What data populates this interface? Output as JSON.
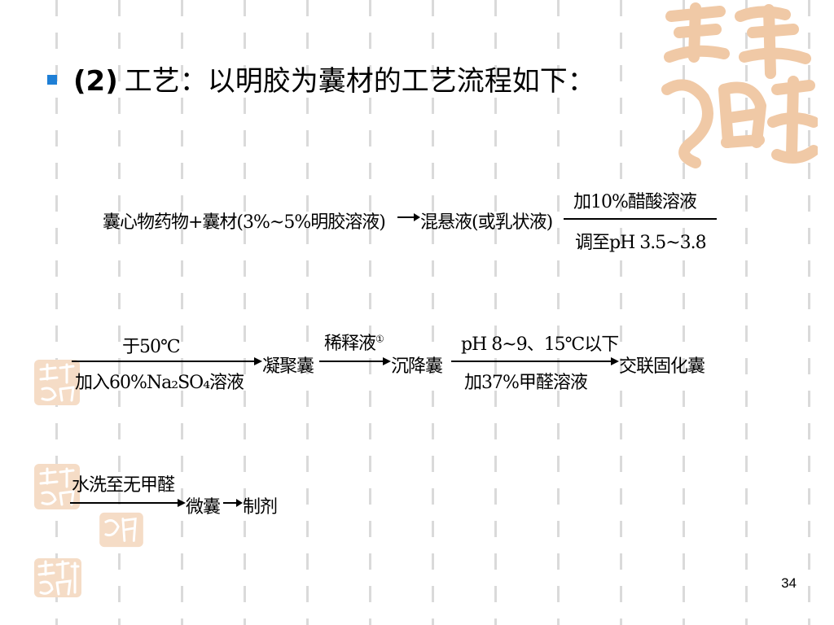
{
  "title": {
    "number": "(2)",
    "text": "工艺：以明胶为囊材的工艺流程如下："
  },
  "flow": {
    "row1": {
      "start": "囊心物药物+囊材(3%~5%明胶溶液)",
      "mid": "混悬液(或乳状液)",
      "fraction_top": "加10%醋酸溶液",
      "fraction_bottom": "调至pH 3.5~3.8"
    },
    "row2": {
      "cond1_top": "于50℃",
      "cond1_bottom": "加入60%Na₂SO₄溶液",
      "n1": "凝聚囊",
      "cond2_top": "稀释液",
      "cond2_mark": "①",
      "n2": "沉降囊",
      "cond3_top": "pH 8~9、15℃以下",
      "cond3_bottom": "加37%甲醛溶液",
      "n3": "交联固化囊"
    },
    "row3": {
      "cond_top": "水洗至无甲醛",
      "n1": "微囊",
      "n2": "制剂"
    }
  },
  "page_number": "34",
  "colors": {
    "bullet": "#1e7fd6",
    "seal": "#f0c9a6",
    "grid": "#dadada"
  }
}
